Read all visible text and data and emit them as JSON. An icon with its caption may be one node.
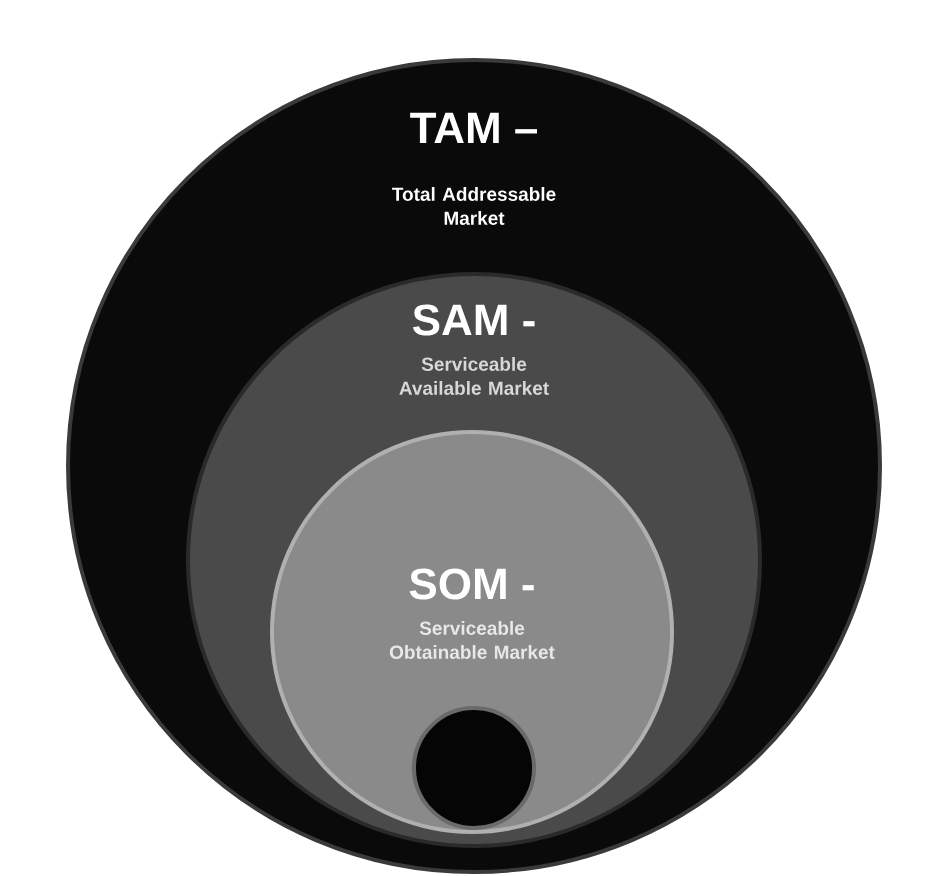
{
  "diagram": {
    "nodes": [
      {
        "text": [
          "TAM –",
          "Total Addressable Market"
        ]
      },
      {
        "text": [
          "SAM -",
          "Serviceable Available Market"
        ],
        "in": 0
      },
      {
        "text": [
          "SOM -",
          "Serviceable Obtainable Market"
        ],
        "in": 1
      },
      {
        "text": [],
        "shape": "circle",
        "in": 2
      }
    ]
  }
}
